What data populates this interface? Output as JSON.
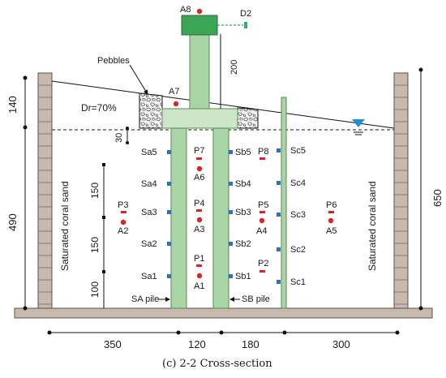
{
  "figure": {
    "caption": "(c) 2-2 Cross-section",
    "labels": {
      "pebbles": "Pebbles",
      "relative_density": "Dr=70%",
      "soil_left": "Saturated coral sand",
      "soil_right": "Saturated coral sand",
      "sa_pile": "SA pile",
      "sb_pile": "SB pile"
    },
    "dimensions": {
      "left_top": "140",
      "left_bottom": "490",
      "right_total": "650",
      "water_offset": "30",
      "tower_height": "200",
      "pile_segment_upper": "150",
      "pile_segment_middle": "150",
      "pile_segment_lower": "100",
      "bottom_1": "350",
      "bottom_2": "120",
      "bottom_3": "180",
      "bottom_4": "300"
    },
    "sensors": {
      "accelerometers": [
        "A8",
        "A7",
        "A6",
        "A3",
        "A1",
        "A2",
        "A4",
        "A5"
      ],
      "displacement": [
        "D2"
      ],
      "pore_pressure": [
        "P7",
        "P4",
        "P1",
        "P3",
        "P5",
        "P2",
        "P6",
        "P8"
      ],
      "sa_gauges": [
        "Sa5",
        "Sa4",
        "Sa3",
        "Sa2",
        "Sa1"
      ],
      "sb_gauges": [
        "Sb5",
        "Sb4",
        "Sb3",
        "Sb2",
        "Sb1"
      ],
      "sc_gauges": [
        "Sc5",
        "Sc4",
        "Sc3",
        "Sc2",
        "Sc1"
      ]
    },
    "colors": {
      "pile_green": "#a9d4a6",
      "cap_green": "#cde6c8",
      "top_mass": "#3aa655",
      "wall": "#c8b9ad",
      "strain_gauge": "#2f72b8",
      "sensor_red": "#d62728",
      "water_marker": "#1f8fd6"
    }
  }
}
